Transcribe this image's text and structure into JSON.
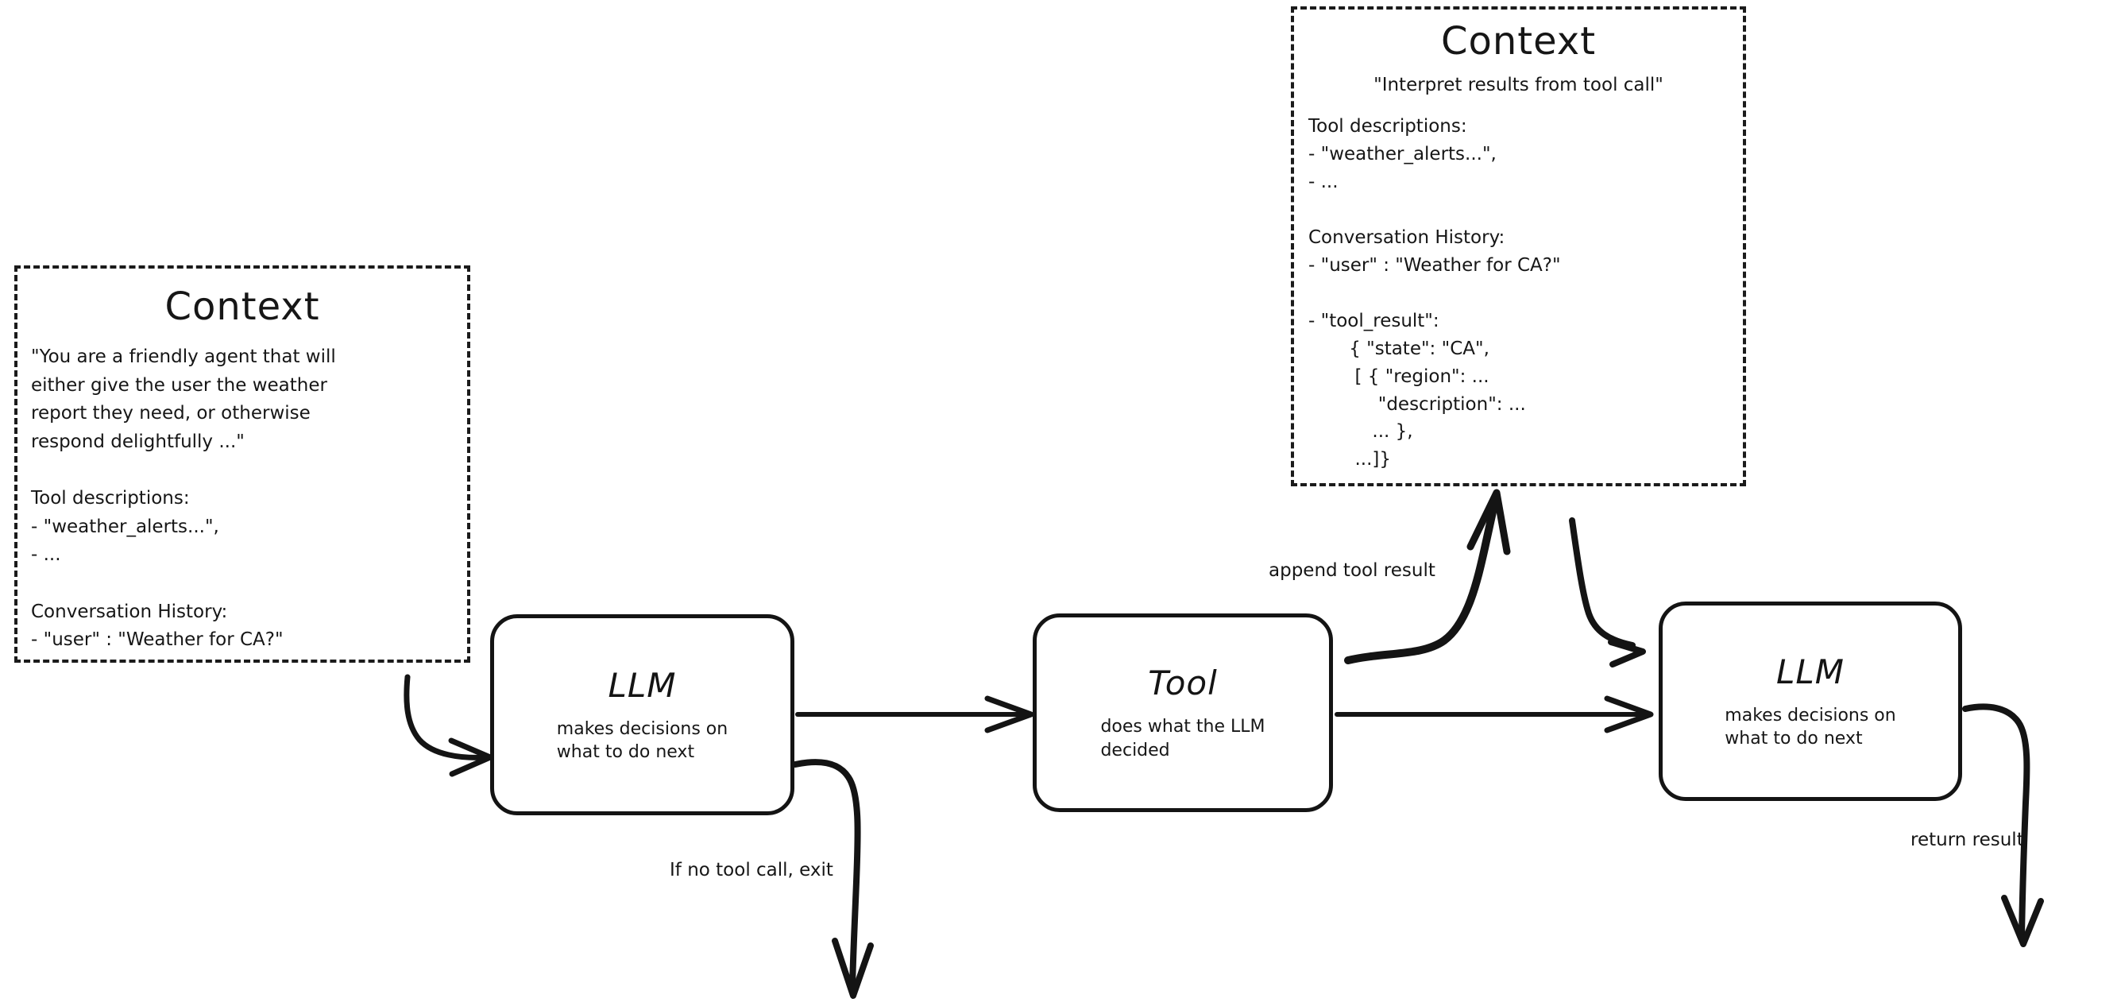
{
  "diagram": {
    "title": "Agent loop with tool calling",
    "background_color": "#ffffff",
    "ink_color": "#141414"
  },
  "context_left": {
    "title": "Context",
    "lines": [
      "\"You are a friendly agent that will",
      "either give the user the weather",
      "report they need, or otherwise",
      "respond delightfully ...\"",
      "",
      "Tool descriptions:",
      "- \"weather_alerts...\",",
      "- ...",
      "",
      "Conversation History:",
      "- \"user\" : \"Weather for CA?\""
    ],
    "text": "\"You are a friendly agent that will\neither give the user the weather\nreport they need, or otherwise\nrespond delightfully ...\"\n\nTool descriptions:\n- \"weather_alerts...\",\n- ...\n\nConversation History:\n- \"user\" : \"Weather for CA?\""
  },
  "context_right": {
    "title": "Context",
    "headline": "\"Interpret results from tool call\"",
    "lines": [
      "Tool descriptions:",
      "- \"weather_alerts...\",",
      "- ...",
      "",
      "Conversation History:",
      "- \"user\" : \"Weather for CA?\"",
      "",
      "- \"tool_result\":",
      "       { \"state\": \"CA\",",
      "        [ { \"region\": ...",
      "            \"description\": ...",
      "           ... },",
      "        ...]}"
    ],
    "text": "Tool descriptions:\n- \"weather_alerts...\",\n- ...\n\nConversation History:\n- \"user\" : \"Weather for CA?\"\n\n- \"tool_result\":\n       { \"state\": \"CA\",\n        [ { \"region\": ...\n            \"description\": ...\n           ... },\n        ...]}"
  },
  "nodes": [
    {
      "id": "llm-1",
      "title": "LLM",
      "subtitle": "makes decisions on\nwhat to do next"
    },
    {
      "id": "tool",
      "title": "Tool",
      "subtitle": "does what the LLM\ndecided"
    },
    {
      "id": "llm-2",
      "title": "LLM",
      "subtitle": "makes decisions on\nwhat to do next"
    }
  ],
  "edge_labels": {
    "exit": "If no tool call, exit",
    "append": "append tool result",
    "return": "return result"
  }
}
